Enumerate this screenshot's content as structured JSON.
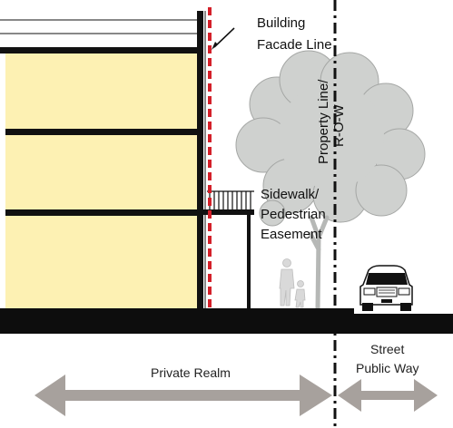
{
  "labels": {
    "facade_line_1": "Building",
    "facade_line_2": "Facade Line",
    "property_line_1": "Property Line/",
    "property_line_2": "R-O-W",
    "sidewalk_1": "Sidewalk/",
    "sidewalk_2": "Pedestrian",
    "sidewalk_3": "Easement",
    "street_1": "Street",
    "street_2": "Public Way",
    "private_realm": "Private Realm"
  },
  "colors": {
    "building_fill": "#fdf1b3",
    "structure": "#111111",
    "facade_line": "#d4202a",
    "tree": "#cfd1cf",
    "arrow": "#a7a19d",
    "ground": "#0d0d0d"
  },
  "icons": {
    "car": "car-icon",
    "tree": "tree-icon",
    "pedestrians": "pedestrians-icon"
  }
}
